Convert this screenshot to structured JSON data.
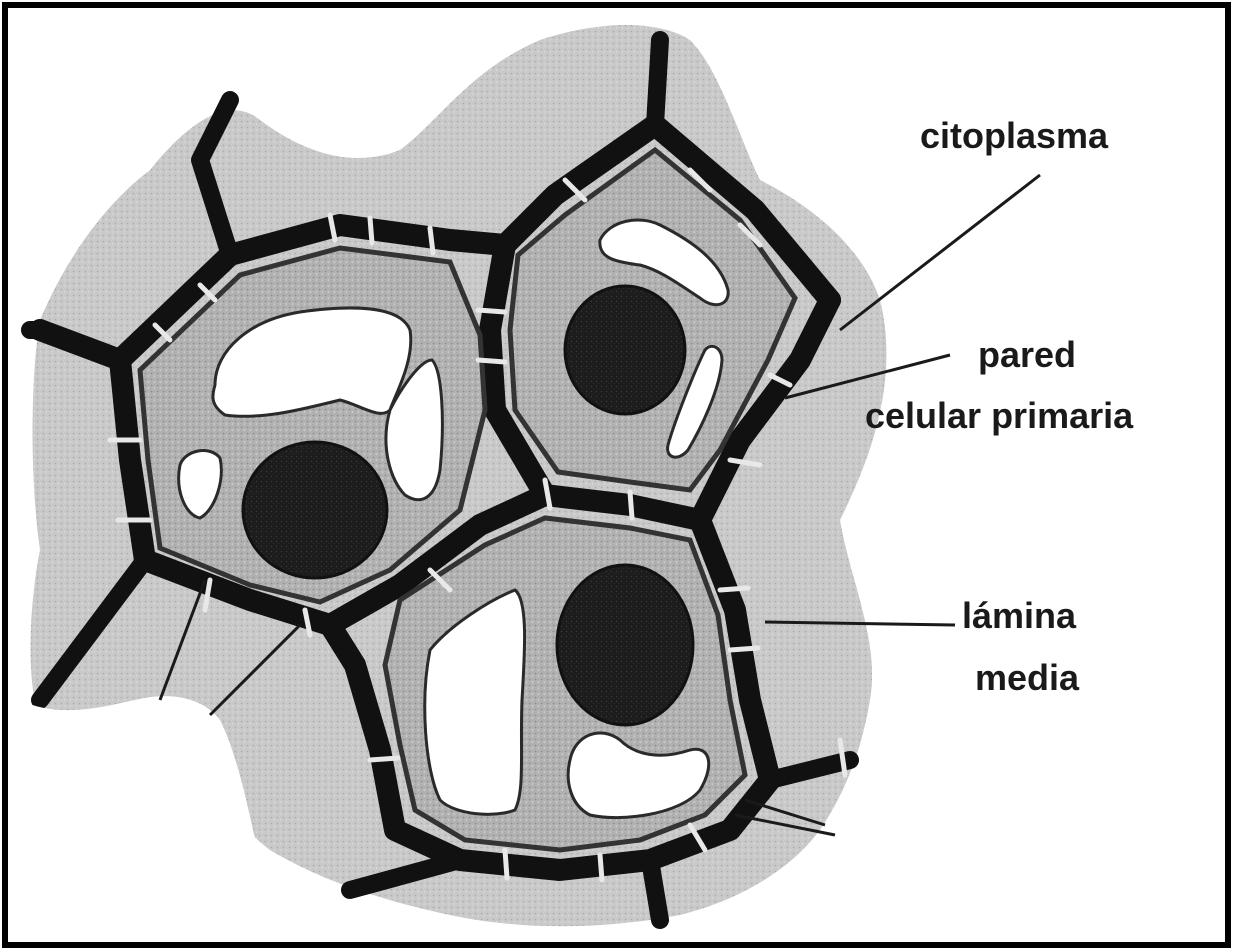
{
  "diagram": {
    "labels": {
      "citoplasma": "citoplasma",
      "pared_line1": "pared",
      "pared_line2": "celular primaria",
      "lamina_line1": "lámina",
      "lamina_line2": "media"
    }
  }
}
